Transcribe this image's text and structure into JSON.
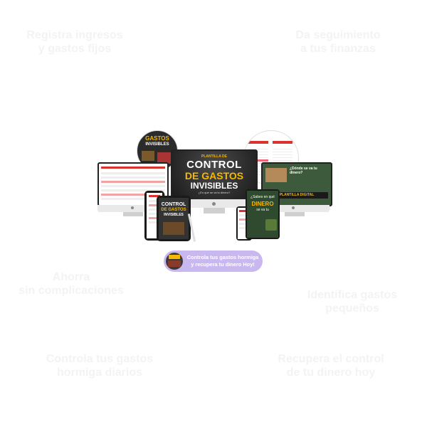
{
  "ghost_headings": {
    "top_left": "Registra ingresos\ny gastos fijos",
    "top_right": "Da seguimiento\na tus finanzas",
    "mid_left": "Ahorra\nsin complicaciones",
    "mid_right": "Identifica gastos\npequeños",
    "bottom_left": "Controla tus gastos\nhormiga diarios",
    "bottom_right": "Recupera el control\nde tu dinero hoy"
  },
  "hero": {
    "line1": "PLANTILLA DE",
    "line2": "CONTROL",
    "line3": "DE GASTOS",
    "line4": "INVISIBLES",
    "line5": "¿En qué se va tu dinero?"
  },
  "circle_badge": {
    "line1": "GASTOS",
    "line2": "INVISIBLES"
  },
  "tablet": {
    "line1": "CONTROL",
    "line2": "DE GASTOS",
    "line3": "INVISIBLES"
  },
  "imac_right": {
    "question": "¿Dónde se va tu dinero?",
    "banner": "PLANTILLA DIGITAL"
  },
  "phone": {
    "line1": "¿Sabes en qué",
    "line2": "DINERO",
    "line3": "se va tu"
  },
  "cta_pill": {
    "line1": "Controla tus gastos hormiga",
    "line2": "y recupera tu dinero Hoy!"
  },
  "colors": {
    "accent_gold": "#f5b800",
    "pill_bg": "#c9b8f0",
    "sheet_red": "#d9332e"
  }
}
